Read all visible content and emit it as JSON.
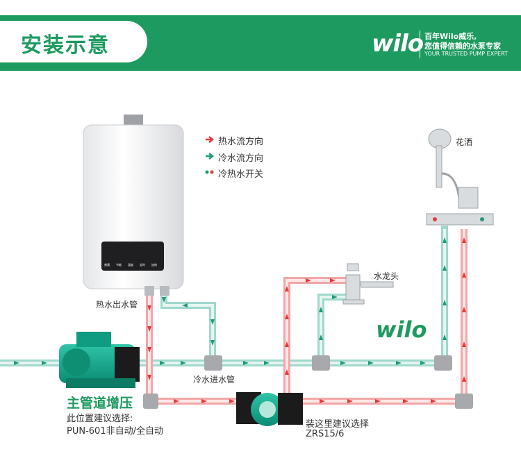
{
  "header": {
    "title": "安装示意",
    "logo": "wilo",
    "slogan_line1": "百年Wilo威乐,",
    "slogan_line2": "您值得信赖的水泵专家",
    "slogan_line3": "YOUR TRUSTED PUMP EXPERT",
    "color": "#1d9a5f"
  },
  "legend": {
    "hot": "热水流方向",
    "cold": "冷水流方向",
    "switch": "冷热水开关",
    "hot_color": "#e8383b",
    "cold_color": "#1d9a7a"
  },
  "heater": {
    "panel_buttons": [
      "普通",
      "节能",
      "温度",
      "定时",
      "加热"
    ]
  },
  "labels": {
    "hot_outlet": "热水出水管",
    "cold_inlet": "冷水进水管",
    "faucet": "水龙头",
    "shower": "花洒",
    "brand_mid": "wilo"
  },
  "pump_main": {
    "title": "主管道增压",
    "line1": "此位置建议选择:",
    "line2": "PUN-601非自动/全自动"
  },
  "pump_circ": {
    "line1": "装这里建议选择",
    "line2": "ZRS15/6"
  }
}
